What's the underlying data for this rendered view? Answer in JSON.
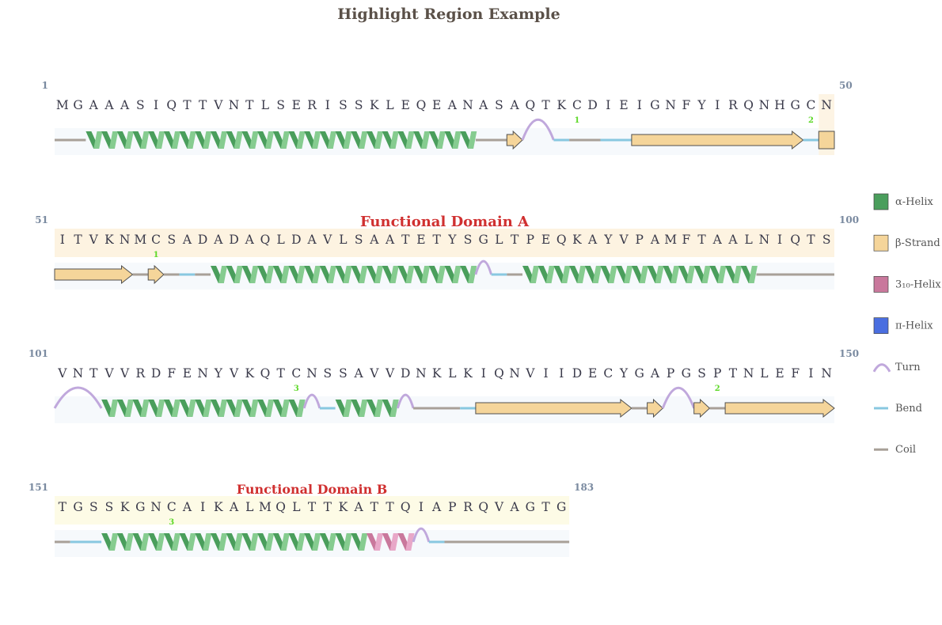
{
  "title": "Highlight Region Example",
  "sequence": "MGAAASIQTTVNTLSERISSKLEQEANASAQTKCDIEIGNFYIRQNHGCNITVKNMCSADADAQLDAVLSAATETYSGLTPEQKAYVPAMFTAALNIQTSVNTVVRDFENYVKQTCNSSAVVDNKLKIQNVIIDECYGAPGSPTNLEFINTGSSKGNCAIKALMQLTTKATTQIAPRQVAGTG",
  "rows": [
    {
      "start": 1,
      "end": 50
    },
    {
      "start": 51,
      "end": 100
    },
    {
      "start": 101,
      "end": 150
    },
    {
      "start": 151,
      "end": 183
    }
  ],
  "regions": [
    {
      "name": "Functional Domain A",
      "start": 51,
      "end": 100,
      "color": "#fdf3e1"
    },
    {
      "name": "Functional Domain B",
      "start": 151,
      "end": 183,
      "color": "#fdfbe6"
    }
  ],
  "extra_highlight": {
    "start": 50,
    "end": 50,
    "color": "#fdf3e1"
  },
  "disulfides": [
    {
      "label": "1",
      "positions": [
        34,
        57
      ]
    },
    {
      "label": "2",
      "positions": [
        49,
        143
      ]
    },
    {
      "label": "3",
      "positions": [
        116,
        158
      ]
    }
  ],
  "secondary_structure": [
    {
      "type": "coil",
      "start": 1,
      "end": 2
    },
    {
      "type": "helix",
      "start": 3,
      "end": 27
    },
    {
      "type": "coil",
      "start": 28,
      "end": 29
    },
    {
      "type": "strand",
      "start": 30,
      "end": 30
    },
    {
      "type": "turn",
      "start": 31,
      "end": 32
    },
    {
      "type": "bend",
      "start": 33,
      "end": 33
    },
    {
      "type": "coil",
      "start": 34,
      "end": 35
    },
    {
      "type": "bend",
      "start": 36,
      "end": 37
    },
    {
      "type": "strand",
      "start": 38,
      "end": 48
    },
    {
      "type": "bend",
      "start": 49,
      "end": 49
    },
    {
      "type": "strand",
      "start": 50,
      "end": 55
    },
    {
      "type": "coil",
      "start": 56,
      "end": 56
    },
    {
      "type": "strand",
      "start": 57,
      "end": 57
    },
    {
      "type": "coil",
      "start": 58,
      "end": 58
    },
    {
      "type": "bend",
      "start": 59,
      "end": 59
    },
    {
      "type": "coil",
      "start": 60,
      "end": 60
    },
    {
      "type": "helix",
      "start": 61,
      "end": 77
    },
    {
      "type": "turn",
      "start": 78,
      "end": 78
    },
    {
      "type": "bend",
      "start": 79,
      "end": 79
    },
    {
      "type": "coil",
      "start": 80,
      "end": 80
    },
    {
      "type": "helix",
      "start": 81,
      "end": 95
    },
    {
      "type": "coil",
      "start": 96,
      "end": 100
    },
    {
      "type": "turn",
      "start": 101,
      "end": 103
    },
    {
      "type": "helix",
      "start": 104,
      "end": 116
    },
    {
      "type": "turn",
      "start": 117,
      "end": 117
    },
    {
      "type": "bend",
      "start": 118,
      "end": 118
    },
    {
      "type": "helix",
      "start": 119,
      "end": 122
    },
    {
      "type": "turn",
      "start": 123,
      "end": 123
    },
    {
      "type": "coil",
      "start": 124,
      "end": 126
    },
    {
      "type": "bend",
      "start": 127,
      "end": 127
    },
    {
      "type": "strand",
      "start": 128,
      "end": 137
    },
    {
      "type": "coil",
      "start": 138,
      "end": 138
    },
    {
      "type": "strand",
      "start": 139,
      "end": 139
    },
    {
      "type": "turn",
      "start": 140,
      "end": 141
    },
    {
      "type": "strand",
      "start": 142,
      "end": 142
    },
    {
      "type": "coil",
      "start": 143,
      "end": 143
    },
    {
      "type": "strand",
      "start": 144,
      "end": 150
    },
    {
      "type": "coil",
      "start": 151,
      "end": 151
    },
    {
      "type": "bend",
      "start": 152,
      "end": 153
    },
    {
      "type": "helix",
      "start": 154,
      "end": 170
    },
    {
      "type": "helix310",
      "start": 171,
      "end": 173
    },
    {
      "type": "turn",
      "start": 174,
      "end": 174
    },
    {
      "type": "bend",
      "start": 175,
      "end": 175
    },
    {
      "type": "coil",
      "start": 176,
      "end": 183
    }
  ],
  "legend": [
    {
      "key": "helix",
      "label": "α-Helix",
      "color": "#4a9e5c",
      "shape": "box"
    },
    {
      "key": "strand",
      "label": "β-Strand",
      "color": "#f5d59a",
      "shape": "box"
    },
    {
      "key": "helix310",
      "label": "3₁₀-Helix",
      "color": "#c9789c",
      "shape": "box"
    },
    {
      "key": "pihelix",
      "label": "π-Helix",
      "color": "#4a6ee0",
      "shape": "box"
    },
    {
      "key": "turn",
      "label": "Turn",
      "color": "#c0a8dc",
      "shape": "arc"
    },
    {
      "key": "bend",
      "label": "Bend",
      "color": "#88c8e0",
      "shape": "line"
    },
    {
      "key": "coil",
      "label": "Coil",
      "color": "#a8a098",
      "shape": "line"
    }
  ],
  "colors": {
    "helix_dark": "#4a9e5c",
    "helix_light": "#86cc90",
    "helix310_dark": "#c9789c",
    "helix310_light": "#e8a8c8",
    "strand_fill": "#f5d59a",
    "strand_stroke": "#505050",
    "turn": "#c0a8dc",
    "bend": "#88c8e0",
    "coil": "#a8a098",
    "track_bg": "#f6f9fc",
    "ss_label": "#5fd92a",
    "region_label": "#d03030"
  }
}
